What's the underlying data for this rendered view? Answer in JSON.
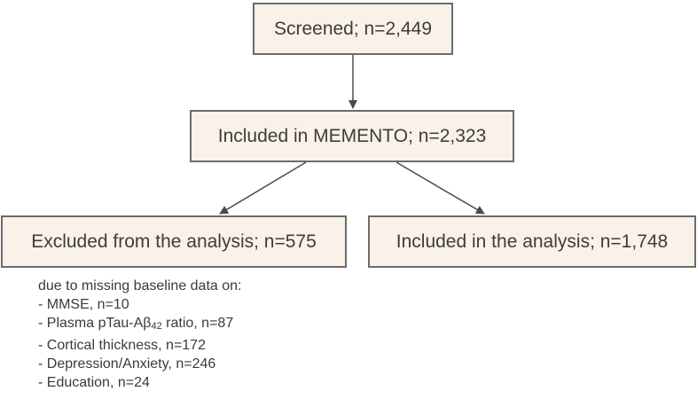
{
  "boxes": {
    "screened": "Screened; n=2,449",
    "memento": "Included in MEMENTO; n=2,323",
    "excluded": "Excluded from the analysis; n=575",
    "included": "Included in the analysis; n=1,748"
  },
  "exclusion_notes": {
    "header": "due to missing baseline data on:",
    "mmse": "- MMSE, n=10",
    "plasma_prefix": "- Plasma pTau-Aβ",
    "plasma_subscript": "42",
    "plasma_suffix": " ratio, n=87",
    "cortical": "- Cortical thickness, n=172",
    "depression": "- Depression/Anxiety, n=246",
    "education": "- Education, n=24"
  },
  "colors": {
    "box_fill": "#faf1e9",
    "box_border": "#6b6b6b",
    "arrow": "#4a4a4a",
    "text": "#3a3a3a"
  }
}
